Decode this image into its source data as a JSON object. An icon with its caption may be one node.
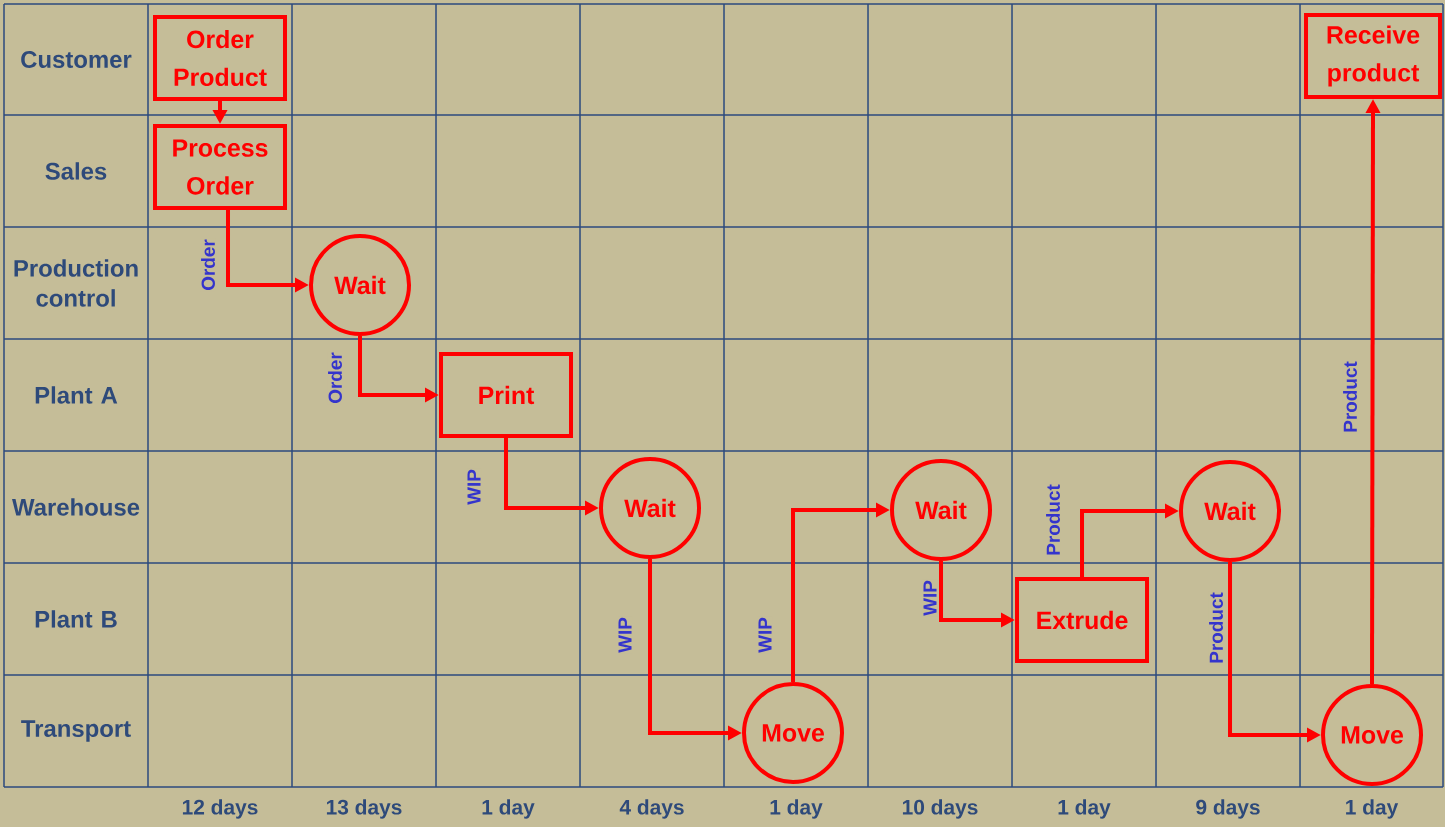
{
  "diagram": {
    "nodes": [
      {
        "text": [
          "Order Product"
        ]
      },
      {
        "text": [
          "Process Order"
        ]
      },
      {
        "text": [
          "Wait"
        ]
      },
      {
        "text": [
          "Print"
        ]
      },
      {
        "text": [
          "Wait"
        ]
      },
      {
        "text": [
          "Move"
        ]
      },
      {
        "text": [
          "Wait"
        ]
      },
      {
        "text": [
          "Extrude"
        ]
      },
      {
        "text": [
          "Wait"
        ]
      },
      {
        "text": [
          "Move"
        ]
      },
      {
        "text": [
          "Receive product"
        ]
      }
    ],
    "edges": [
      {
        "from": 0,
        "to": 1,
        "arrow": "to"
      },
      {
        "from": 1,
        "to": 2,
        "arrow": "to",
        "label": "Order"
      },
      {
        "from": 2,
        "to": 3,
        "arrow": "to",
        "label": "Order"
      },
      {
        "from": 3,
        "to": 4,
        "arrow": "to",
        "label": "WIP"
      },
      {
        "from": 4,
        "to": 5,
        "arrow": "to",
        "label": "WIP"
      },
      {
        "from": 5,
        "to": 6,
        "arrow": "to",
        "label": "WIP"
      },
      {
        "from": 6,
        "to": 7,
        "arrow": "to",
        "label": "WIP"
      },
      {
        "from": 7,
        "to": 8,
        "arrow": "to",
        "label": "Product"
      },
      {
        "from": 8,
        "to": 9,
        "arrow": "to",
        "label": "Product"
      },
      {
        "from": 9,
        "to": 10,
        "arrow": "to",
        "label": "Product"
      }
    ],
    "labels": [
      "Customer",
      "Sales",
      "Production control",
      "Plant A",
      "Warehouse",
      "Plant B",
      "Transport",
      "12 days",
      "13 days",
      "1 day",
      "4 days",
      "1 day",
      "10 days",
      "1 day",
      "9 days",
      "1 day"
    ]
  }
}
